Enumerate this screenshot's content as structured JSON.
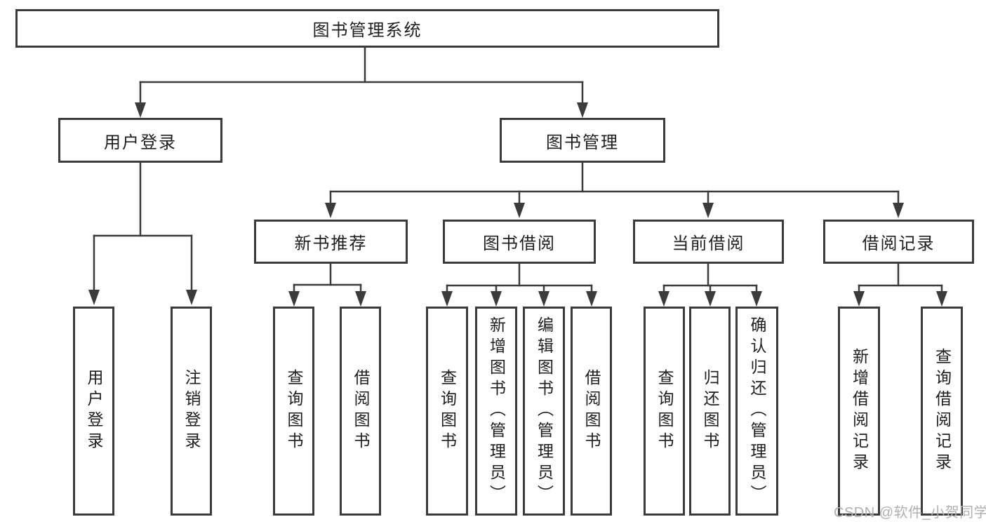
{
  "diagram": {
    "root": "图书管理系统",
    "branches": [
      {
        "label": "用户登录",
        "leaves": [
          "用户登录",
          "注销登录"
        ]
      },
      {
        "label": "图书管理",
        "groups": [
          {
            "label": "新书推荐",
            "leaves": [
              "查询图书",
              "借阅图书"
            ]
          },
          {
            "label": "图书借阅",
            "leaves": [
              "查询图书",
              "新增图书（管理员）",
              "编辑图书（管理员）",
              "借阅图书"
            ]
          },
          {
            "label": "当前借阅",
            "leaves": [
              "查询图书",
              "归还图书",
              "确认归还（管理员）"
            ]
          },
          {
            "label": "借阅记录",
            "leaves": [
              "新增借阅记录",
              "查询借阅记录"
            ]
          }
        ]
      }
    ]
  },
  "watermark": {
    "text": "CSDN @软件_小贺同学"
  },
  "colors": {
    "line": "#3b3b3b",
    "boxBg": "#ffffff",
    "text": "#1e1e1e",
    "watermark": "#b0b0b0",
    "background": "#ffffff"
  }
}
